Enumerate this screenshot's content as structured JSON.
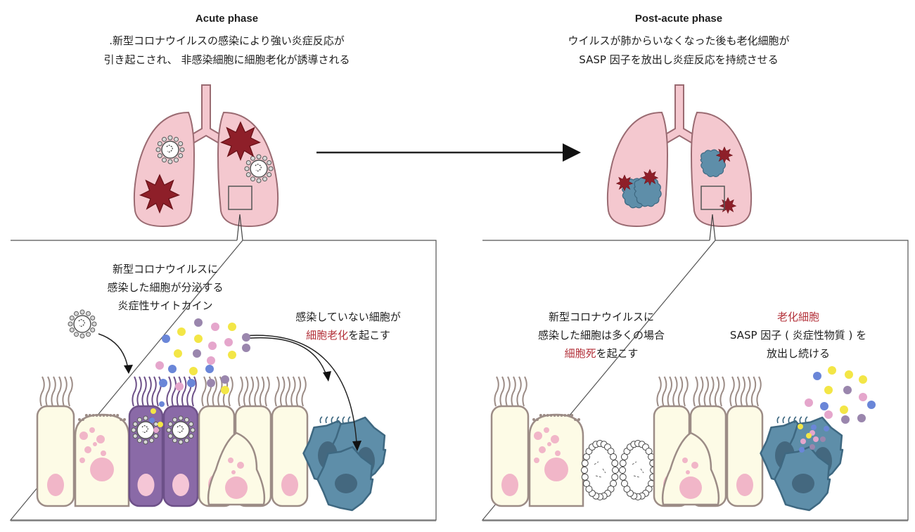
{
  "colors": {
    "lung_fill": "#f4c8cf",
    "lung_stroke": "#9a6b72",
    "damage_star": "#8e1f29",
    "cell_fill": "#fdfbe6",
    "cell_stroke": "#9c8c86",
    "nucleus": "#f1b6c8",
    "infected_cell": "#8a6aa7",
    "infected_stroke": "#6d5088",
    "senescent_cell": "#5e8ea9",
    "senescent_stroke": "#3e6881",
    "senescent_nucleus": "#44687f",
    "highlight_text": "#b3313a",
    "cytokine_yellow": "#f3e646",
    "cytokine_pink": "#e5a6cc",
    "cytokine_blue": "#6a86d8",
    "cytokine_purple": "#9a86ad"
  },
  "acute": {
    "title": "Acute phase",
    "description": [
      ".新型コロナウイルスの感染により強い炎症反応が",
      "引き起こされ、 非感染細胞に細胞老化が誘導される"
    ],
    "panel": {
      "infected_label": [
        "新型コロナウイルスに",
        "感染した細胞が分泌する",
        "炎症性サイトカイン"
      ],
      "uninfected_label_line1": "感染していない細胞が",
      "uninfected_label_highlight": "細胞老化",
      "uninfected_label_suffix": "を起こす"
    }
  },
  "post_acute": {
    "title": "Post-acute phase",
    "description": [
      "ウイルスが肺からいなくなった後も老化細胞が",
      "SASP 因子を放出し炎症反応を持続させる"
    ],
    "panel": {
      "dead_label": [
        "新型コロナウイルスに",
        "感染した細胞は多くの場合"
      ],
      "dead_label_highlight": "細胞死",
      "dead_label_suffix": "を起こす",
      "senescent_label_highlight": "老化細胞",
      "senescent_label": [
        "SASP 因子 ( 炎症性物質 ) を",
        "放出し続ける"
      ]
    }
  },
  "transition_arrow": {
    "direction": "right"
  }
}
